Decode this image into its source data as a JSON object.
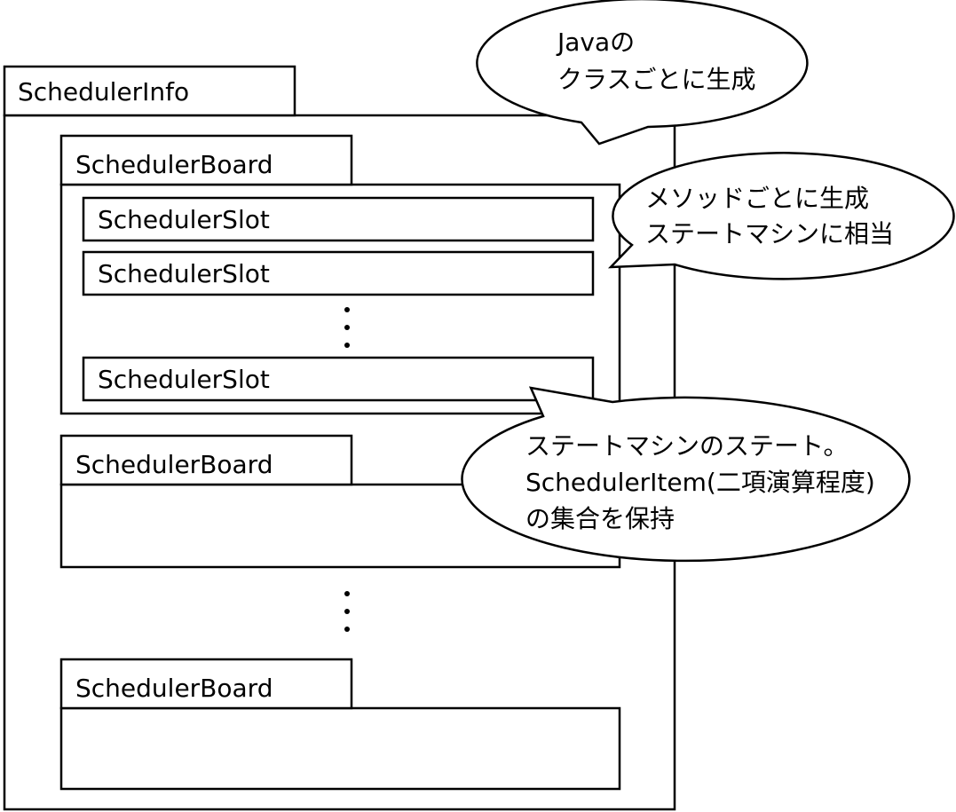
{
  "scheduler_info": {
    "label": "SchedulerInfo"
  },
  "boards": [
    {
      "label": "SchedulerBoard",
      "slots": [
        "SchedulerSlot",
        "SchedulerSlot",
        "SchedulerSlot"
      ]
    },
    {
      "label": "SchedulerBoard",
      "slots": []
    },
    {
      "label": "SchedulerBoard",
      "slots": []
    }
  ],
  "callouts": {
    "class": {
      "line1": "Javaの",
      "line2": "クラスごとに生成"
    },
    "method": {
      "line1": "メソッドごとに生成",
      "line2": "ステートマシンに相当"
    },
    "slot": {
      "line1": "ステートマシンのステート。",
      "line2": "SchedulerItem(二項演算程度)",
      "line3": "の集合を保持"
    }
  }
}
